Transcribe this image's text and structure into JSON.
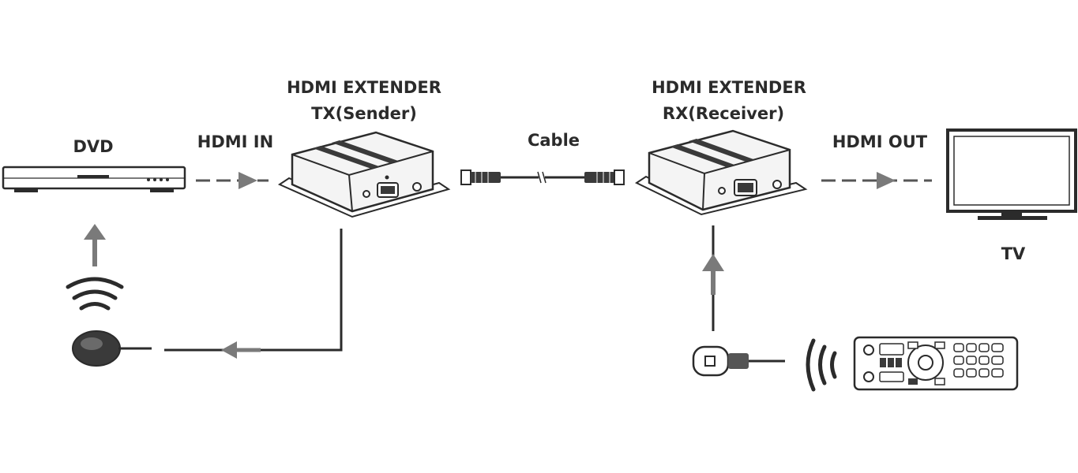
{
  "labels": {
    "dvd": "DVD",
    "hdmi_in": "HDMI IN",
    "tx_line1": "HDMI EXTENDER",
    "tx_line2": "TX(Sender)",
    "cable": "Cable",
    "rx_line1": "HDMI EXTENDER",
    "rx_line2": "RX(Receiver)",
    "hdmi_out": "HDMI OUT",
    "tv": "TV"
  },
  "colors": {
    "stroke": "#2b2b2b",
    "arrow": "#7a7a7a",
    "device_fill": "#f4f4f4",
    "device_dark": "#3a3a3a"
  },
  "icons": [
    "dvd-player-icon",
    "hdmi-extender-tx-icon",
    "hdmi-cable-icon",
    "hdmi-extender-rx-icon",
    "tv-icon",
    "ir-emitter-icon",
    "ir-receiver-icon",
    "remote-control-icon",
    "wireless-signal-icon"
  ]
}
